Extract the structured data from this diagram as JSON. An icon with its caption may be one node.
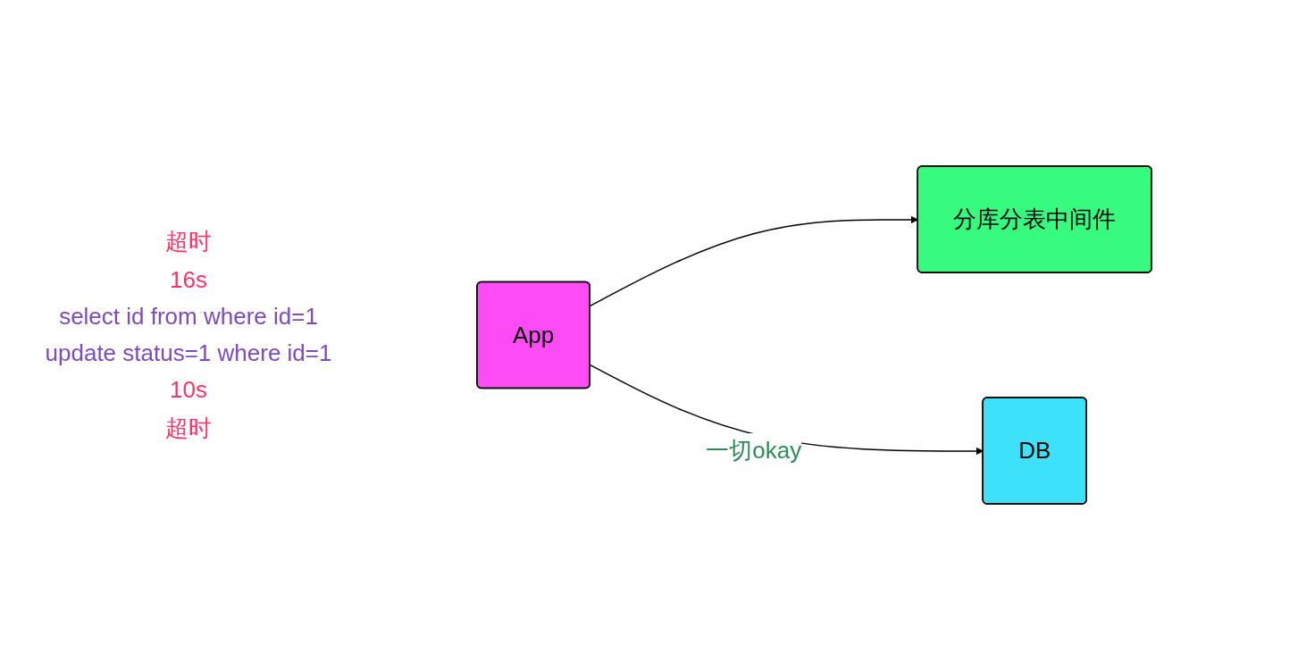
{
  "diagram": {
    "nodes": [
      {
        "text": [
          "App"
        ]
      },
      {
        "text": [
          "分库分表中间件"
        ]
      },
      {
        "text": [
          "DB"
        ]
      }
    ],
    "edges": [
      {
        "from": 0,
        "to": 1,
        "arrow": "to"
      },
      {
        "from": 0,
        "to": 2,
        "arrow": "to",
        "label": "一切okay"
      }
    ],
    "labels": [
      "超时",
      "16s",
      "select id from where id=1",
      "update status=1 where id=1",
      "10s",
      "超时"
    ]
  }
}
